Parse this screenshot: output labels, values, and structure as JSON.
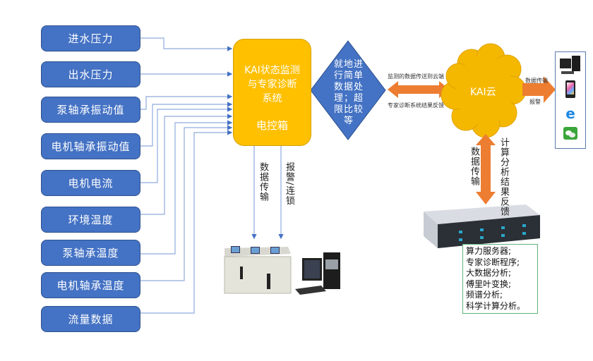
{
  "sensors": [
    {
      "label": "进水压力"
    },
    {
      "label": "出水压力"
    },
    {
      "label": "泵轴承振动值"
    },
    {
      "label": "电机轴承振动值"
    },
    {
      "label": "电机电流"
    },
    {
      "label": "环境温度"
    },
    {
      "label": "泵轴承温度"
    },
    {
      "label": "电机轴承温度"
    },
    {
      "label": "流量数据"
    }
  ],
  "controller": {
    "title_line1": "KAI状态监测",
    "title_line2": "与专家诊断",
    "title_line3": "系统",
    "subtitle": "电控箱"
  },
  "local_processing": {
    "lines": [
      "就地进",
      "行简单",
      "数据处",
      "理；超",
      "限比较",
      "等"
    ]
  },
  "link_cloud": {
    "upload_label": "监测的数据传送到云端",
    "feedback_label": "专家诊断系统结果反馈"
  },
  "cloud": {
    "label": "KAI云"
  },
  "cloud_to_devices": {
    "label_top": "数据传输",
    "label_bottom": "报警"
  },
  "cloud_to_server": {
    "left_label": "数据传输",
    "right_label": "计算分析结果反馈"
  },
  "controller_down": {
    "left_label": "数据传输",
    "right_label": "报警/连锁"
  },
  "devices": [
    "desktop-computer",
    "smartphone",
    "ie-browser",
    "wechat"
  ],
  "server_info": {
    "lines": [
      "算力服务器;",
      "专家诊断程序;",
      "大数据分析;",
      "傅里叶变换;",
      "频谱分析;",
      "科学计算分析。"
    ]
  },
  "colors": {
    "sensor_blue": "#4472c4",
    "controller_yellow": "#ffc000",
    "arrow_orange": "#ed7d31",
    "wire_blue": "#8faadc",
    "cloud_yellow": "#f5b800"
  }
}
